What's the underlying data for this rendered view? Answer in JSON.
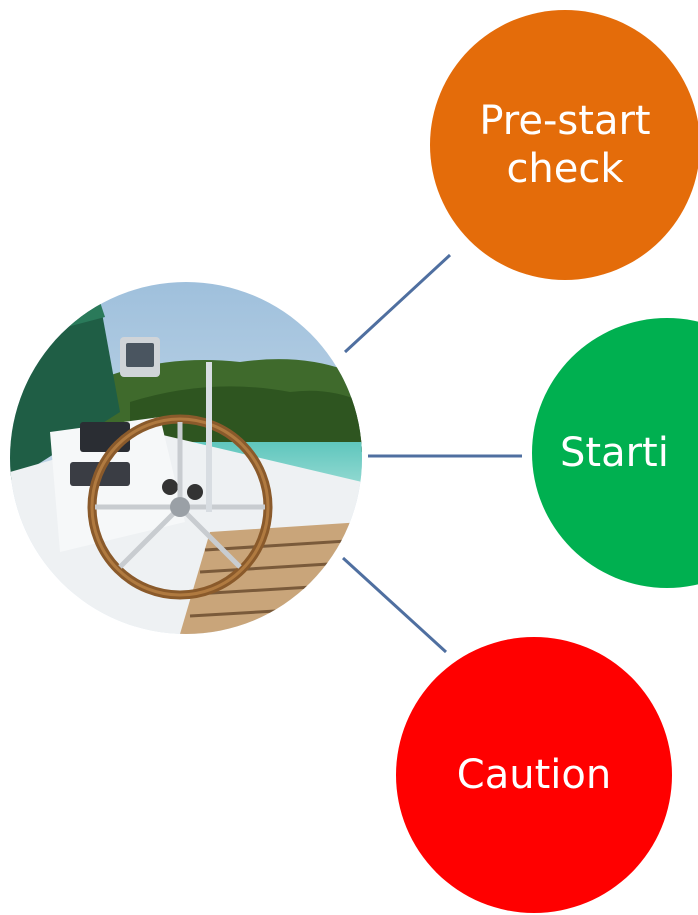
{
  "nodes": {
    "prestart": {
      "label": "Pre-start\ncheck",
      "color": "#E46C0A"
    },
    "starting": {
      "label": "Starti",
      "color": "#00B050"
    },
    "caution": {
      "label": "Caution",
      "color": "#FF0000"
    }
  },
  "hub": {
    "image": "boat-helm-photo"
  },
  "connector_color": "#4F6FA0"
}
